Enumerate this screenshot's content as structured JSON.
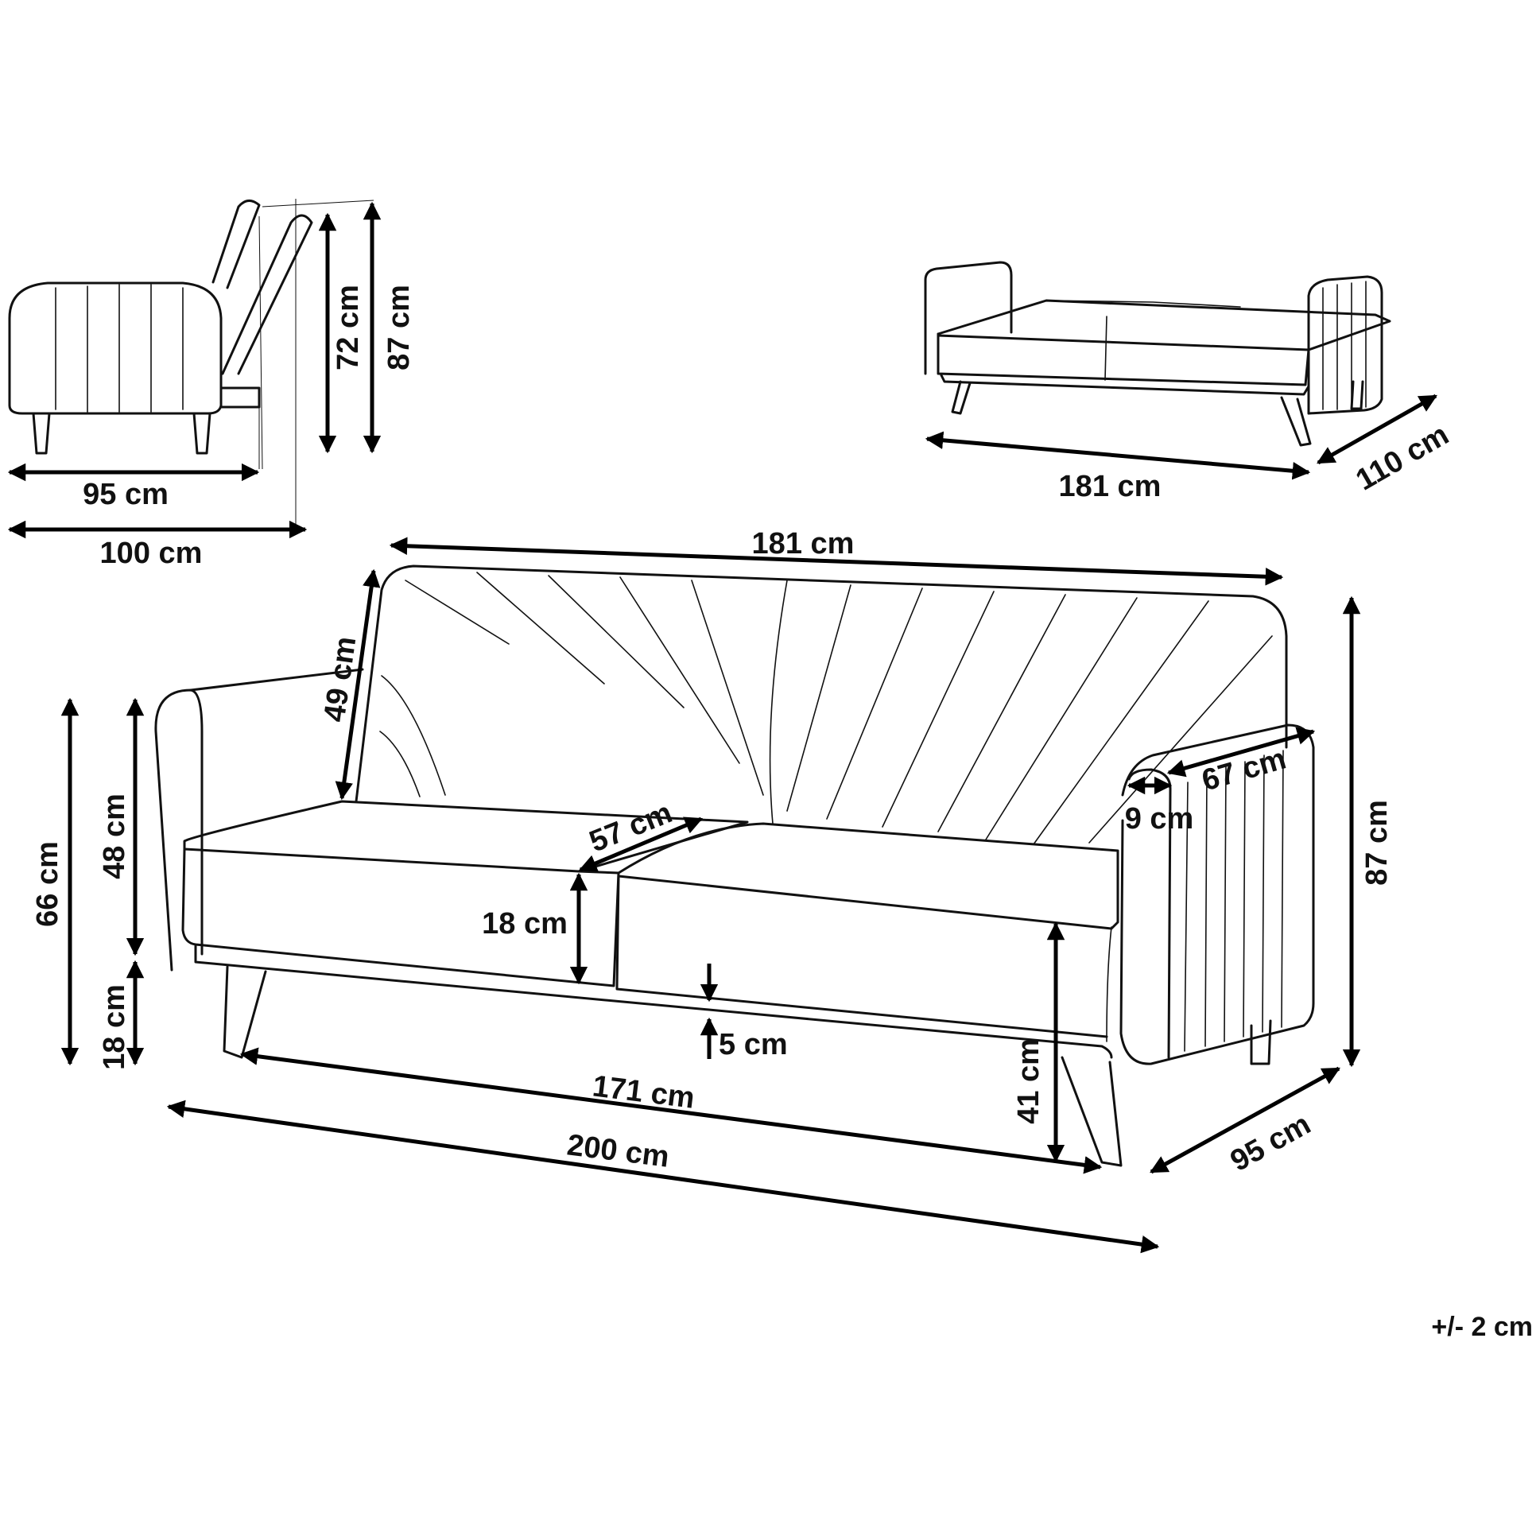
{
  "side_view": {
    "height_backrest": "72 cm",
    "height_total": "87 cm",
    "depth_seat": "95 cm",
    "depth_total": "100 cm"
  },
  "bed_view": {
    "width": "181 cm",
    "depth": "110 cm"
  },
  "front_view": {
    "backrest_width": "181 cm",
    "backrest_height": "49 cm",
    "armrest_height": "66 cm",
    "seat_back_height": "48 cm",
    "leg_height": "18 cm",
    "seat_depth": "57 cm",
    "cushion_height": "18 cm",
    "gap": "5 cm",
    "seat_height": "41 cm",
    "armrest_width": "9 cm",
    "armrest_length": "67 cm",
    "total_height": "87 cm",
    "inner_width": "171 cm",
    "total_width": "200 cm",
    "total_depth": "95 cm"
  },
  "tolerance": "+/- 2 cm"
}
